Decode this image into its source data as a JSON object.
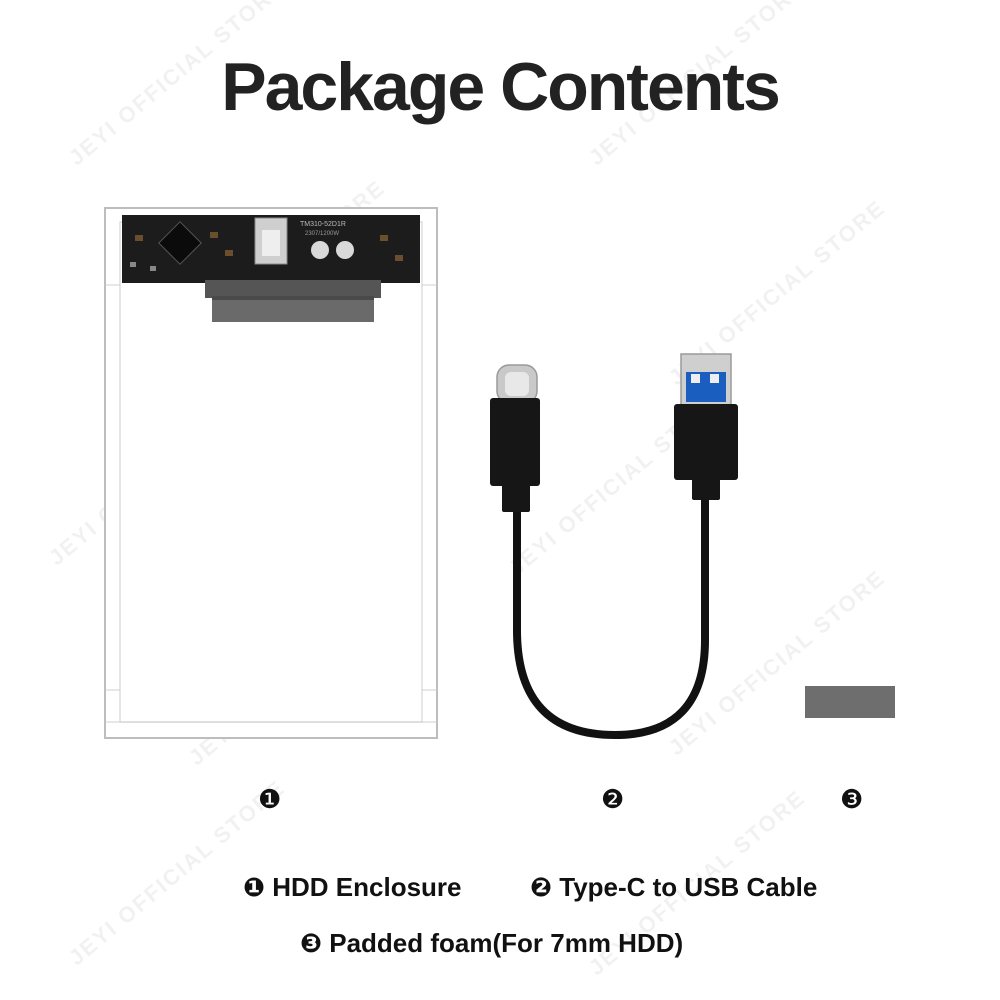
{
  "title": "Package Contents",
  "watermark": "JEYI OFFICIAL STORE",
  "enclosure_board": {
    "model": "TM310-52D1R",
    "code": "2307/1200W"
  },
  "markers": [
    "❶",
    "❷",
    "❸"
  ],
  "legend": {
    "item1": "❶ HDD Enclosure",
    "item2": "❷ Type-C to USB Cable",
    "item3": "❸ Padded foam(For 7mm HDD)"
  },
  "colors": {
    "cable": "#111111",
    "foam": "#6e6e6e",
    "usb_tongue": "#1a5fbf",
    "pcb": "#1c1c1c"
  }
}
